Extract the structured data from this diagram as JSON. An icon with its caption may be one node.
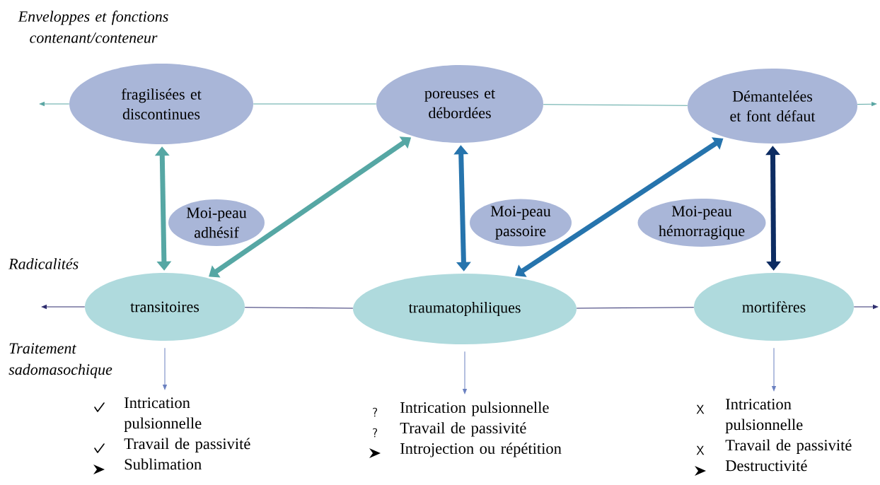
{
  "diagram": {
    "nodes": [
      {
        "text": [
          "fragilisées et discontinues"
        ]
      },
      {
        "text": [
          "poreuses et débordées"
        ]
      },
      {
        "text": [
          "Démantelées et font défaut"
        ]
      },
      {
        "text": [
          "Moi-peau adhésif"
        ]
      },
      {
        "text": [
          "Moi-peau passoire"
        ]
      },
      {
        "text": [
          "Moi-peau hémorragique"
        ]
      },
      {
        "text": [
          "transitoires"
        ]
      },
      {
        "text": [
          "traumatophiliques"
        ]
      },
      {
        "text": [
          "mortifères"
        ]
      },
      {
        "text": [
          "Intrication pulsionnelle",
          "Travail de passivité",
          "Sublimation"
        ]
      },
      {
        "text": [
          "Intrication pulsionnelle",
          "Travail de passivité",
          "Introjection ou répétition"
        ]
      },
      {
        "text": [
          "Intrication pulsionnelle",
          "Travail de passivité",
          "Destructivité"
        ]
      }
    ],
    "edges": [
      {
        "from": 0,
        "to": null,
        "arrow": "to",
        "color": "#5aa6a3"
      },
      {
        "from": 0,
        "to": 1,
        "arrow": "none",
        "color": "#5aa6a3"
      },
      {
        "from": 1,
        "to": 2,
        "arrow": "none",
        "color": "#5aa6a3"
      },
      {
        "from": 2,
        "to": null,
        "arrow": "to",
        "color": "#5aa6a3"
      },
      {
        "from": 6,
        "to": null,
        "arrow": "to",
        "color": "#2e2d6e"
      },
      {
        "from": 6,
        "to": 7,
        "arrow": "none",
        "color": "#2e2d6e"
      },
      {
        "from": 7,
        "to": 8,
        "arrow": "none",
        "color": "#2e2d6e"
      },
      {
        "from": 8,
        "to": null,
        "arrow": "to",
        "color": "#2e2d6e"
      },
      {
        "from": 0,
        "to": 6,
        "arrow": "both",
        "style": "thick",
        "color": "#56a7a4"
      },
      {
        "from": 6,
        "to": 1,
        "arrow": "both",
        "style": "thick",
        "color": "#56a7a4"
      },
      {
        "from": 1,
        "to": 7,
        "arrow": "both",
        "style": "thick",
        "color": "#2674ad"
      },
      {
        "from": 7,
        "to": 2,
        "arrow": "both",
        "style": "thick",
        "color": "#2674ad"
      },
      {
        "from": 2,
        "to": 8,
        "arrow": "both",
        "style": "thick",
        "color": "#0d2c62"
      },
      {
        "from": 6,
        "to": 9,
        "arrow": "to",
        "color": "#6a80c0"
      },
      {
        "from": 7,
        "to": 10,
        "arrow": "to",
        "color": "#6a80c0"
      },
      {
        "from": 8,
        "to": 11,
        "arrow": "to",
        "color": "#6a80c0"
      }
    ],
    "labels": [
      "Enveloppes et fonctions contenant/conteneur",
      "Radicalités",
      "Traitement sadomasochique",
      "?",
      "?",
      "X",
      "X"
    ]
  }
}
